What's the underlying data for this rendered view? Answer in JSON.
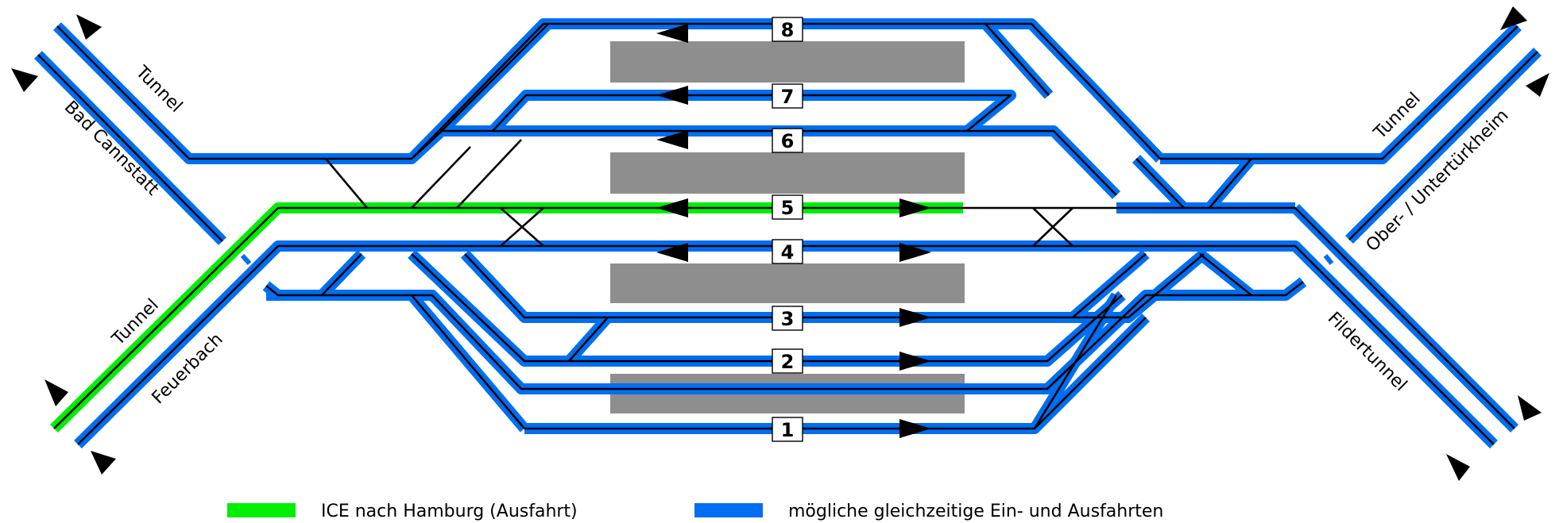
{
  "tracks": [
    {
      "number": "8",
      "directions": [
        "in"
      ]
    },
    {
      "number": "7",
      "directions": [
        "in"
      ]
    },
    {
      "number": "6",
      "directions": [
        "in"
      ]
    },
    {
      "number": "5",
      "directions": [
        "in",
        "out"
      ]
    },
    {
      "number": "4",
      "directions": [
        "in",
        "out"
      ]
    },
    {
      "number": "3",
      "directions": [
        "out"
      ]
    },
    {
      "number": "2",
      "directions": [
        "out"
      ]
    },
    {
      "number": "1",
      "directions": [
        "out"
      ]
    }
  ],
  "labels": {
    "tunnel_left_top": "Tunnel",
    "bad_cannstatt": "Bad Cannstatt",
    "tunnel_left_bottom": "Tunnel",
    "feuerbach": "Feuerbach",
    "tunnel_right_top": "Tunnel",
    "ober_untertuerkheim": "Ober- / Untertürkheim",
    "fildertunnel": "Fildertunnel"
  },
  "legend": [
    {
      "label": "ICE nach Hamburg (Ausfahrt)",
      "color": "#00ee00"
    },
    {
      "label": "mögliche gleichzeitige Ein- und Ausfahrten",
      "color": "#006ef2"
    }
  ],
  "colors": {
    "highlight_route": "#00ee00",
    "possible_routes": "#006ef2",
    "platform": "#8e8e8e"
  }
}
